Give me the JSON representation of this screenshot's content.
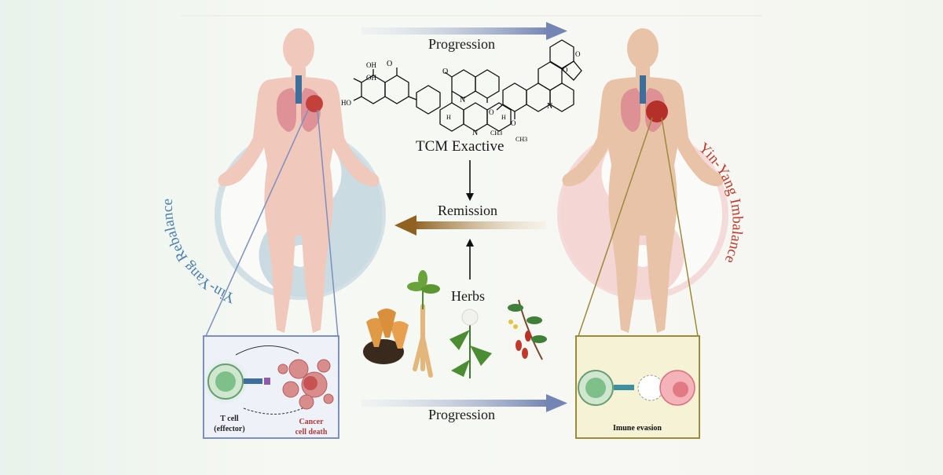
{
  "labels": {
    "progression_top": "Progression",
    "progression_bottom": "Progression",
    "tcm": "TCM Exactive",
    "remission": "Remission",
    "herbs": "Herbs",
    "rebalance": "Yin-Yang Rebalance",
    "imbalance": "Yin-Yang Imbalance",
    "t_cell_line1": "T cell",
    "t_cell_line2": "(effector)",
    "cancer_line1": "Cancer",
    "cancer_line2": "cell death",
    "immune_evasion": "Imune evasion"
  },
  "chem": {
    "oh1": "OH",
    "oh2": "OH",
    "oh3": "HO",
    "o_carbonyl": "O",
    "o_lactam": "O",
    "n1": "N",
    "n2": "N",
    "h1": "H",
    "h2": "H",
    "n_plus": "N",
    "och3_a": "O",
    "och3_b": "O",
    "ch3_a": "CH3",
    "ch3_b": "CH3",
    "o_d1": "O",
    "o_d2": "O"
  },
  "colors": {
    "progression_arrow": "#7f8fb8",
    "remission_arrow": "#9a6e2c",
    "rebalance_text": "#4a7fae",
    "imbalance_text": "#c0392b",
    "body_left": "#f0c9bc",
    "body_right": "#e8c3a8",
    "left_box_border": "#7d8fbf",
    "right_box_border": "#9a8a3a",
    "right_box_fill": "#f6f2d6"
  }
}
